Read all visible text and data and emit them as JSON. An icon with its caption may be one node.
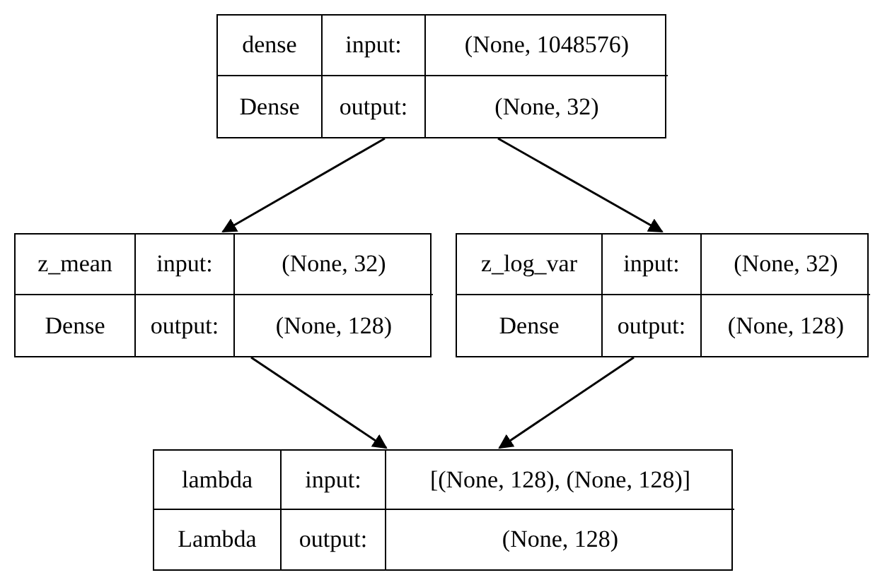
{
  "diagram": {
    "nodes": [
      {
        "text": [
          "dense",
          "input:",
          "(None, 1048576)",
          "Dense",
          "output:",
          "(None, 32)"
        ]
      },
      {
        "text": [
          "z_mean",
          "input:",
          "(None, 32)",
          "Dense",
          "output:",
          "(None, 128)"
        ]
      },
      {
        "text": [
          "z_log_var",
          "input:",
          "(None, 32)",
          "Dense",
          "output:",
          "(None, 128)"
        ]
      },
      {
        "text": [
          "lambda",
          "input:",
          "[(None, 128), (None, 128)]",
          "Lambda",
          "output:",
          "(None, 128)"
        ]
      }
    ],
    "edges": [
      {
        "from": 0,
        "to": 1,
        "arrow": "to"
      },
      {
        "from": 0,
        "to": 2,
        "arrow": "to"
      },
      {
        "from": 1,
        "to": 3,
        "arrow": "to"
      },
      {
        "from": 2,
        "to": 3,
        "arrow": "to"
      }
    ]
  }
}
